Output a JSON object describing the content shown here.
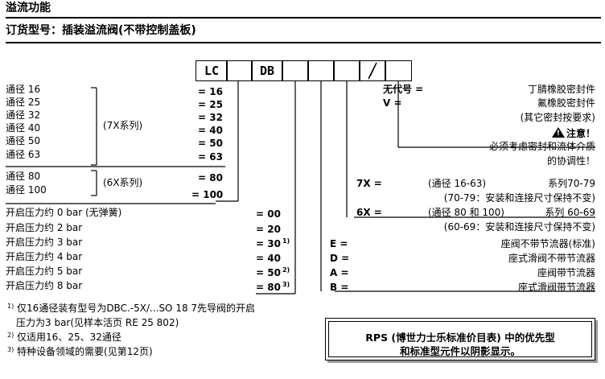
{
  "section_title": "溢流功能",
  "order_title": "订货型号：插装溢流阀(不带控制盖板)",
  "code_boxes": [
    "LC",
    "",
    "DB",
    "",
    "",
    "",
    "/",
    ""
  ],
  "sizes": [
    {
      "label": "通径 16",
      "code": "= 16"
    },
    {
      "label": "通径 25",
      "code": "= 25"
    },
    {
      "label": "通径 32",
      "code": "= 32"
    },
    {
      "label": "通径 40",
      "code": "= 40"
    },
    {
      "label": "通径 50",
      "code": "= 50"
    },
    {
      "label": "通径 63",
      "code": "= 63"
    },
    {
      "label": "通径 80",
      "code": "= 80"
    },
    {
      "label": "通径 100",
      "code": "= 100"
    }
  ],
  "series_7x": "(7X系列)",
  "series_6x": "(6X系列)",
  "pressures": [
    {
      "label": "开启压力约 0 bar (无弹簧)",
      "code": "= 00",
      "note": ""
    },
    {
      "label": "开启压力约 2 bar",
      "code": "= 20",
      "note": ""
    },
    {
      "label": "开启压力约 3 bar",
      "code": "= 30",
      "note": "1)"
    },
    {
      "label": "开启压力约 4 bar",
      "code": "= 40",
      "note": ""
    },
    {
      "label": "开启压力约 5 bar",
      "code": "= 50",
      "note": "2)"
    },
    {
      "label": "开启压力约 8 bar",
      "code": "= 80",
      "note": "3)"
    }
  ],
  "seals": {
    "none_key": "无代号 =",
    "none_val": "丁腈橡胶密封件",
    "v_key": "V =",
    "v_val": "氟橡胶密封件",
    "other": "(其它密封按要求)",
    "attention": "注意！",
    "note1": "必须考虑密封和流体介质",
    "note2": "的协调性！"
  },
  "series": {
    "s7x_key": "7X =",
    "s7x_range": "(通径 16-63)",
    "s7x_val": "系列70-79",
    "s7x_note": "(70-79：安装和连接尺寸保持不变)",
    "s6x_key": "6X =",
    "s6x_range": "(通径 80 和 100)",
    "s6x_val": "系列 60-69",
    "s6x_note": "(60-69：安装和连接尺寸保持不变)"
  },
  "valves": [
    {
      "key": "E =",
      "val": "座阀不带节流器(标准)"
    },
    {
      "key": "D =",
      "val": "座式滑阀不带节流器"
    },
    {
      "key": "A =",
      "val": "座阀带节流器"
    },
    {
      "key": "B =",
      "val": "座式滑阀带节流器"
    }
  ],
  "footnotes": {
    "n1_mark": "1)",
    "n1_line1": "仅16通径装有型号为DBC.-5X/...SO 18 7先导阀的开启",
    "n1_line2": "压力为3 bar(见样本活页 RE 25 802)",
    "n2_mark": "2)",
    "n2": "仅适用16、25、32通径",
    "n3_mark": "3)",
    "n3": "特种设备领域的需要(见第12页)"
  },
  "rps": {
    "line1": "RPS (博世力士乐标准价目表) 中的优先型",
    "line2": "和标准型元件以阴影显示。"
  }
}
